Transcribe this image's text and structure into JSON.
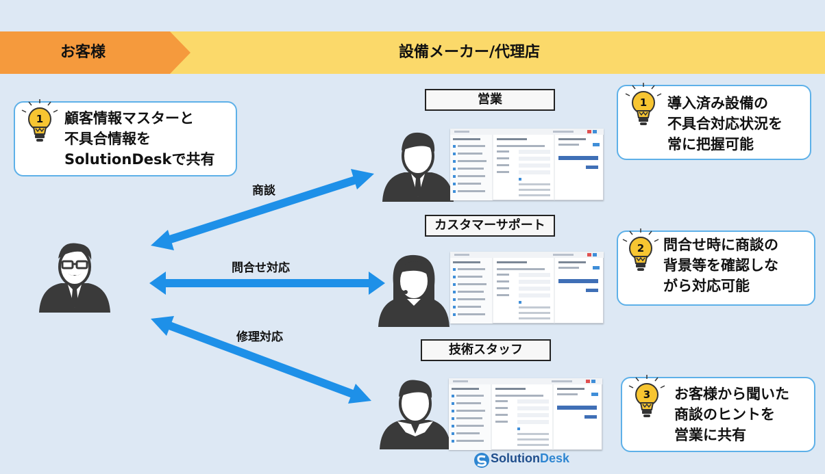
{
  "header": {
    "left_label": "お客様",
    "right_label": "設備メーカー/代理店"
  },
  "left_note": {
    "badge": "1",
    "lines": "顧客情報マスターと\n不具合情報を\nSolutionDeskで共有"
  },
  "roles": [
    {
      "label": "営業"
    },
    {
      "label": "カスタマーサポート"
    },
    {
      "label": "技術スタッフ"
    }
  ],
  "arrows": [
    {
      "label": "商談"
    },
    {
      "label": "問合せ対応"
    },
    {
      "label": "修理対応"
    }
  ],
  "right_notes": [
    {
      "badge": "1",
      "lines": "導入済み設備の\n不具合対応状況を\n常に把握可能"
    },
    {
      "badge": "2",
      "lines": "問合せ時に商談の\n背景等を確認しな\nがら対応可能"
    },
    {
      "badge": "3",
      "lines": "お客様から聞いた\n商談のヒントを\n営業に共有"
    }
  ],
  "brand": {
    "name_part1": "Solution",
    "name_part2": "Desk"
  },
  "colors": {
    "arrow": "#1e90e8",
    "banner_left": "#f59a3d",
    "banner_right": "#fbd96a",
    "note_border": "#5db0e8",
    "bulb": "#f7c531"
  },
  "icons": [
    "lightbulb-icon",
    "customer-person-icon",
    "sales-person-icon",
    "support-person-icon",
    "technician-person-icon",
    "solutiondesk-logo-icon"
  ]
}
